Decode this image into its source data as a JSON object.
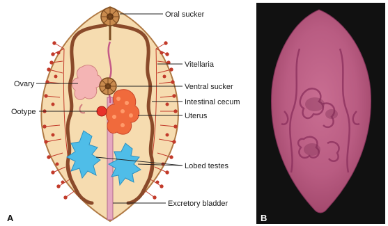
{
  "panels": {
    "a": {
      "letter": "A",
      "labels": {
        "oral_sucker": "Oral sucker",
        "vitellaria": "Vitellaria",
        "ovary": "Ovary",
        "ventral_sucker": "Ventral sucker",
        "intestinal_cecum": "Intestinal cecum",
        "ootype": "Ootype",
        "uterus": "Uterus",
        "lobed_testes": "Lobed testes",
        "excretory_bladder": "Excretory bladder"
      }
    },
    "b": {
      "letter": "B"
    }
  },
  "colors": {
    "body_fill": "#f6dcb0",
    "body_outline": "#b07a45",
    "cecum": "#8a4a2a",
    "testes": "#4fbde8",
    "uterus": "#f06a3c",
    "ovary": "#f4b4b4",
    "vitellaria": "#c23a2a",
    "photo_background": "#111111",
    "stained_specimen": "#c66b8e"
  }
}
